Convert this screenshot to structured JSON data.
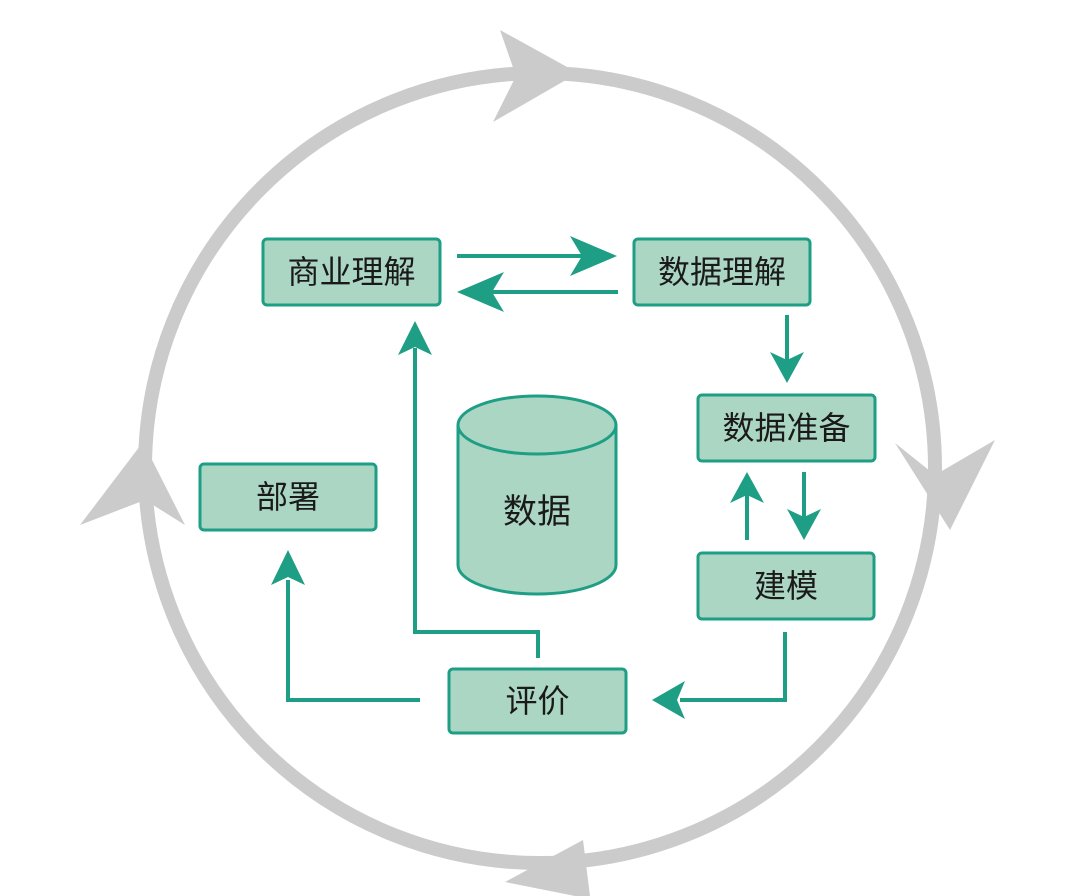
{
  "diagram": {
    "nodes": {
      "business_understanding": "商业理解",
      "data_understanding": "数据理解",
      "data_preparation": "数据准备",
      "modeling": "建模",
      "evaluation": "评价",
      "deployment": "部署"
    },
    "database": {
      "label": "数据"
    }
  },
  "colors": {
    "node_fill": "#acd6c4",
    "node_border": "#1e9e84",
    "arrow": "#1e9e84",
    "cycle_ring": "#cbcbcb",
    "text": "#1a1a1a"
  }
}
